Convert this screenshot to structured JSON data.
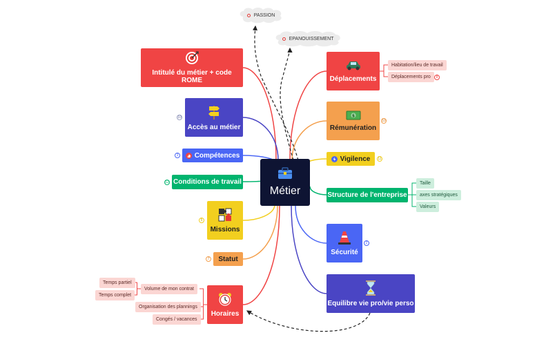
{
  "colors": {
    "red": "#f04444",
    "purple": "#4a45c4",
    "blue": "#4a66f5",
    "green": "#00b46e",
    "yellow": "#f2cf1f",
    "orange": "#f4a04e",
    "dark": "#0e1433",
    "badge_gray": "#9aa0c0"
  },
  "central": {
    "label": "Métier",
    "icon": "briefcase-icon"
  },
  "clouds": [
    {
      "label": "PASSION"
    },
    {
      "label": "EPANOUISSEMENT"
    }
  ],
  "left_topics": [
    {
      "label": "Intitulé du métier + code ROME",
      "icon": "target-icon",
      "color": "#f04444"
    },
    {
      "label": "Accès au métier",
      "icon": "signpost-icon",
      "color": "#4a45c4",
      "badge": "10"
    },
    {
      "label": "Compétences",
      "icon": "thumbs-up-icon",
      "color": "#4a66f5",
      "badge": "3"
    },
    {
      "label": "Conditions de travail",
      "color": "#00b46e",
      "badge": "12"
    },
    {
      "label": "Missions",
      "icon": "puzzle-icon",
      "color": "#f2cf1f",
      "badge": "5"
    },
    {
      "label": "Statut",
      "color": "#f4a04e",
      "badge": "7"
    },
    {
      "label": "Horaires",
      "icon": "alarm-clock-icon",
      "color": "#f04444"
    }
  ],
  "right_topics": [
    {
      "label": "Déplacements",
      "icon": "car-icon",
      "color": "#f04444"
    },
    {
      "label": "Rémunération",
      "icon": "money-icon",
      "color": "#f4a04e",
      "badge": "10"
    },
    {
      "label": "Vigilence",
      "icon": "lightning-icon",
      "color": "#f2cf1f",
      "badge": "11"
    },
    {
      "label": "Structure de l'entreprise",
      "color": "#00b46e"
    },
    {
      "label": "Sécurité",
      "icon": "traffic-cone-icon",
      "color": "#4a66f5",
      "badge": "2"
    },
    {
      "label": "Equilibre vie pro/vie perso",
      "icon": "hourglass-icon",
      "color": "#4a45c4"
    }
  ],
  "deplacements_subs": [
    {
      "label": "Habitation/lieu de travail"
    },
    {
      "label": "Déplacements pro",
      "badge": "8"
    }
  ],
  "structure_subs": [
    {
      "label": "Taille"
    },
    {
      "label": "axes stratégiques"
    },
    {
      "label": "Valeurs"
    }
  ],
  "horaires_subs": [
    {
      "label": "Volume de mon contrat",
      "children": [
        "Temps partiel",
        "Temps complet"
      ]
    },
    {
      "label": "Organisation des plannings"
    },
    {
      "label": "Congés / vacances"
    }
  ]
}
